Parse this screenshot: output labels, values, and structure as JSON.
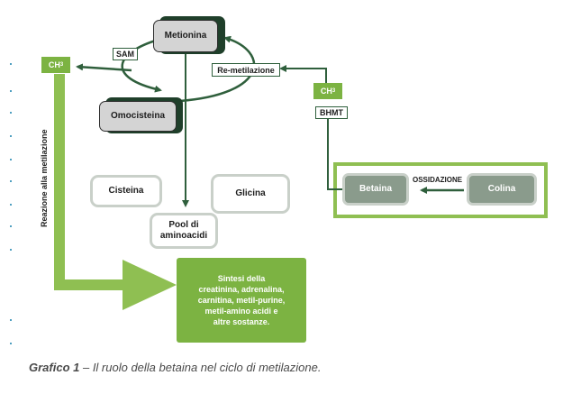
{
  "nodes": {
    "metionina": "Metionina",
    "omocisteina": "Omocisteina",
    "cisteina": "Cisteina",
    "glicina": "Glicina",
    "pool": "Pool di aminoacidi",
    "betaina": "Betaina",
    "colina": "Colina",
    "sintesi": "Sintesi della creatinina, adrenalina, carnitina, metil-purine, metil-amino acidi e altre sostanze."
  },
  "labels": {
    "sam": "SAM",
    "remetilazione": "Re-metilazione",
    "bhmt": "BHMT",
    "ossidazione": "OSSIDAZIONE",
    "ch3": "CH",
    "ch3_sub": "3",
    "reazione": "Reazione alla metilazione"
  },
  "caption": {
    "prefix": "Grafico 1",
    "text": " – Il ruolo della betaina nel ciclo di metilazione."
  },
  "colors": {
    "arrow_dark": "#2f5f3c",
    "green": "#7cb342",
    "frame_green": "#8fbf52",
    "node_gray": "#d4d4d4"
  }
}
